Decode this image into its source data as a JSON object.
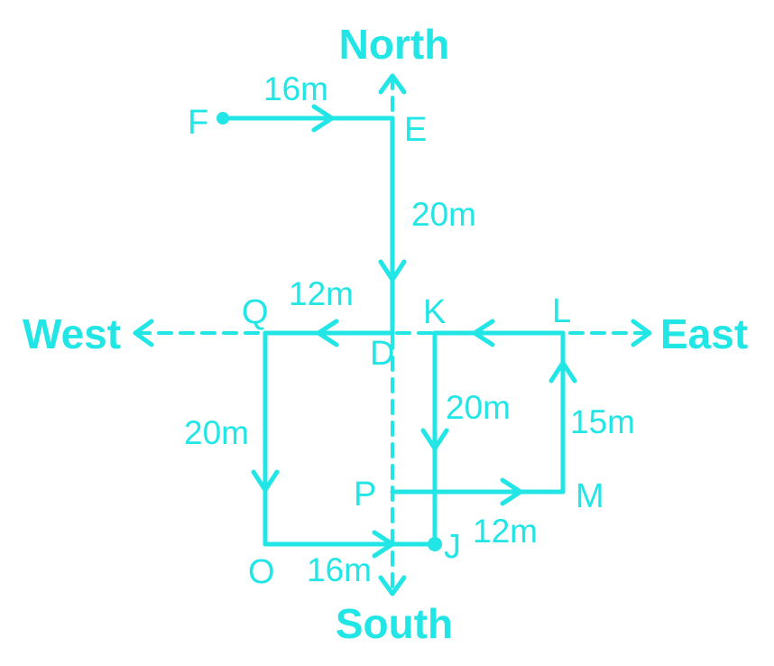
{
  "colors": {
    "stroke": "#22e5e5",
    "background": "#ffffff"
  },
  "directions": {
    "north": "North",
    "south": "South",
    "east": "East",
    "west": "West"
  },
  "points": {
    "F": "F",
    "E": "E",
    "D": "D",
    "Q": "Q",
    "K": "K",
    "L": "L",
    "M": "M",
    "P": "P",
    "J": "J",
    "O": "O"
  },
  "distances": {
    "FE": "16m",
    "ED": "20m",
    "DQ": "12m",
    "QO": "20m",
    "OJ": "16m",
    "JK": "20m",
    "LM": "15m",
    "PM": "12m"
  }
}
